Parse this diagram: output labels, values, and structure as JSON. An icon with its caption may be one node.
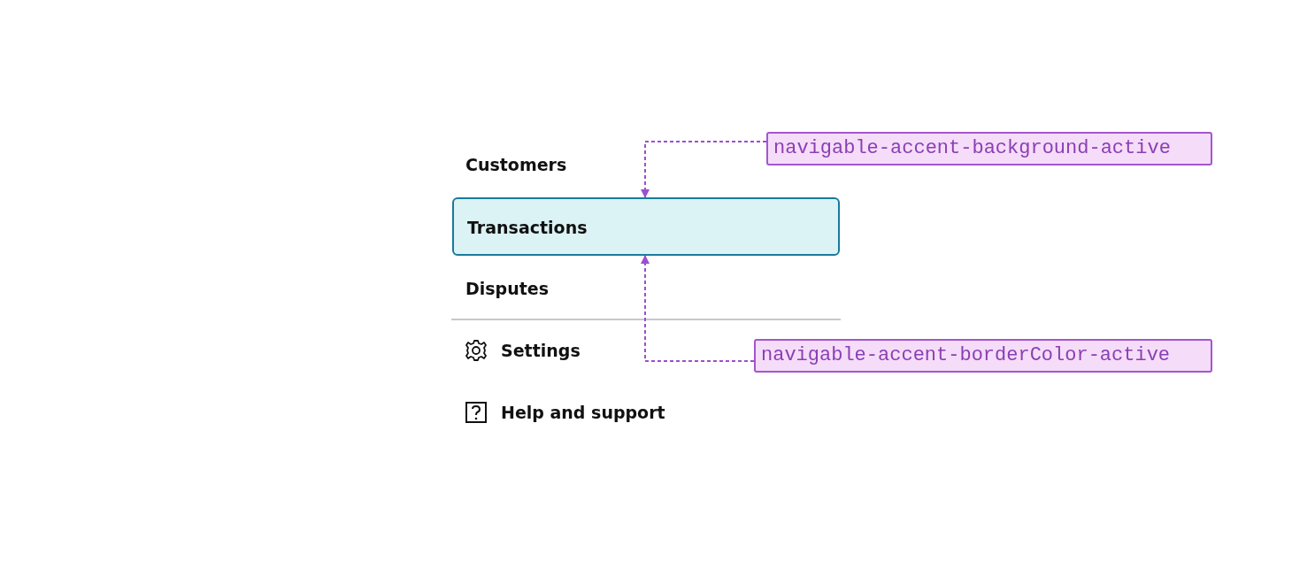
{
  "diagram": {
    "nodes": [
      {
        "text": [
          "Transactions"
        ]
      },
      {
        "text": [
          "navigable-accent-background-active"
        ]
      },
      {
        "text": [
          "navigable-accent-borderColor-active"
        ]
      }
    ],
    "edges": [
      {
        "from": 1,
        "to": 0,
        "arrow": "to",
        "style": "dashed"
      },
      {
        "from": 2,
        "to": 0,
        "arrow": "to",
        "style": "dashed"
      }
    ],
    "labels": [
      "Customers",
      "Disputes",
      "Settings",
      "Help and support"
    ]
  }
}
